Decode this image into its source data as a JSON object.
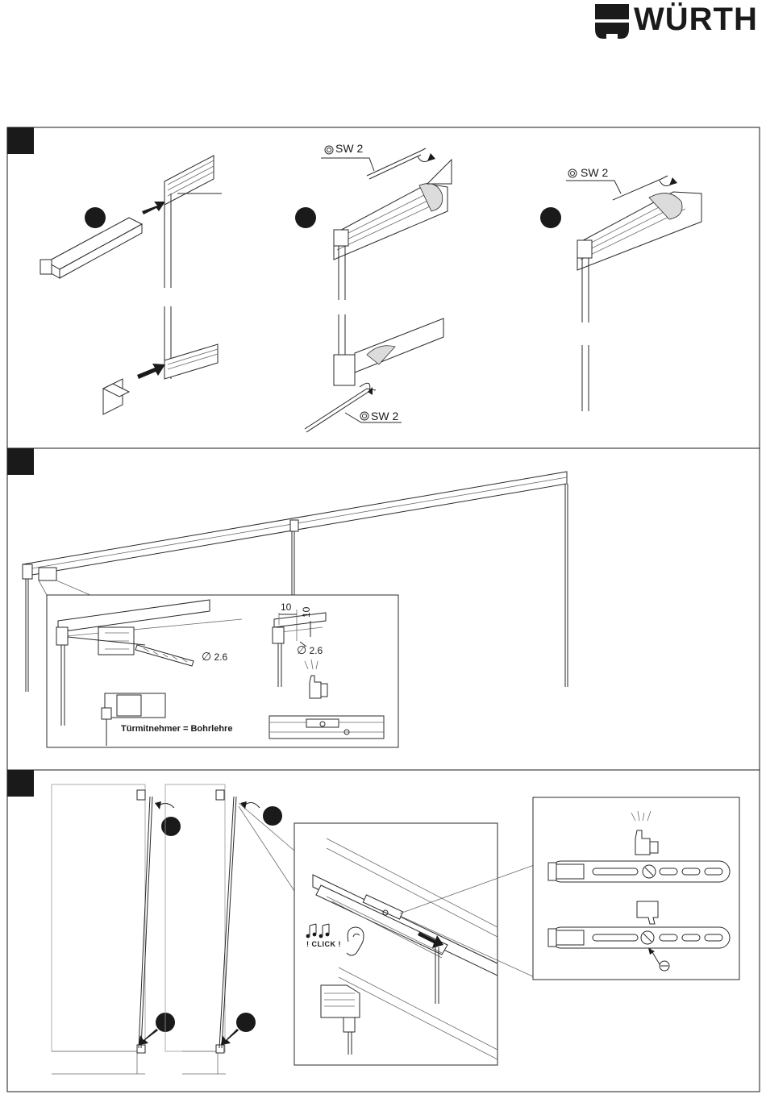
{
  "brand": {
    "name": "WÜRTH",
    "color": "#1a1a1a"
  },
  "section1": {
    "callout_top": "SW 2",
    "callout_right": "SW 2",
    "callout_bottom": "SW 2"
  },
  "section2": {
    "dim_horizontal": "10",
    "dim_vertical": "10",
    "drill_diameter_left": "2.6",
    "drill_diameter_right": "2.6",
    "caption": "Türmitnehmer = Bohrlehre"
  },
  "section3": {
    "click_text": "! CLICK !"
  },
  "icons": [
    "wurth-logo",
    "hex-key-icon",
    "rotate-arrow-icon",
    "push-arrow-icon",
    "drill-bit-icon",
    "thumbs-up-icon",
    "thumbs-down-icon",
    "ear-icon",
    "music-notes-icon",
    "screwdriver-icon",
    "diameter-symbol-icon"
  ]
}
